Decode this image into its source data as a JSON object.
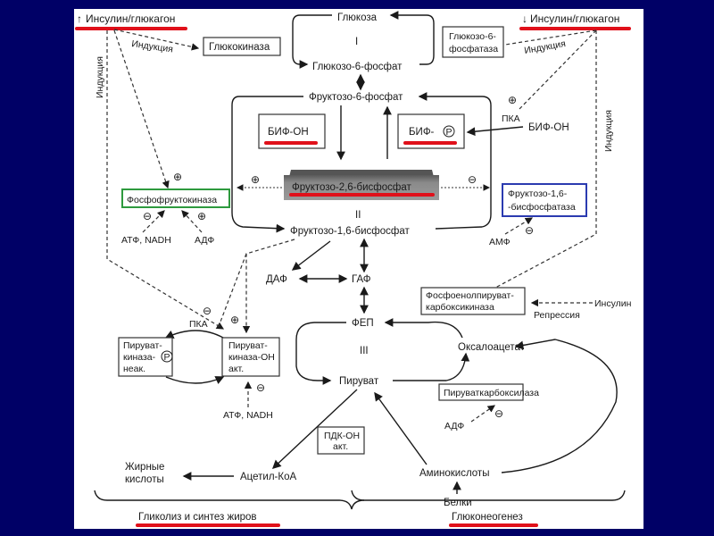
{
  "title": "Регуляция гликолиза и глюконеогенеза",
  "colors": {
    "background": "#000066",
    "panel": "#ffffff",
    "highlight_underline": "#e0101a",
    "pfk_box_border": "#2e9a3e",
    "fbpase_box_border": "#2b3bb0"
  },
  "hormones": {
    "left": {
      "arrow": "↑",
      "label": "Инсулин/глюкагон"
    },
    "right": {
      "arrow": "↓",
      "label": "Инсулин/глюкагон"
    }
  },
  "labels": {
    "induction": "Индукция",
    "repression": "Репрессия",
    "pka": "ПКА",
    "plus": "⊕",
    "minus": "⊖",
    "stage_1": "I",
    "stage_2": "II",
    "stage_3": "III"
  },
  "metabolites": {
    "glucose": "Глюкоза",
    "g6p": "Глюкозо-6-фосфат",
    "f6p": "Фруктозо-6-фосфат",
    "f26bp": "Фруктозо-2,6-бисфосфат",
    "f16bp": "Фруктозо-1,6-бисфосфат",
    "dhap": "ДАФ",
    "gap": "ГАФ",
    "pep": "ФЕП",
    "pyruvate": "Пируват",
    "oxaloacetate": "Оксалоацетат",
    "acetyl_coa": "Ацетил-КоА",
    "fatty_acids_1": "Жирные",
    "fatty_acids_2": "кислоты",
    "amino_acids": "Аминокислоты",
    "proteins": "Белки",
    "atp_nadh": "АТФ, NADH",
    "adp": "АДФ",
    "amp": "АМФ",
    "insulin": "Инсулин"
  },
  "enzymes": {
    "glucokinase": "Глюкокиназа",
    "g6pase_1": "Глюкозо-6-",
    "g6pase_2": "фосфатаза",
    "bif_oh": "БИФ-ОН",
    "bif_p": "БИФ-",
    "bif_oh_right": "БИФ-ОН",
    "pfk": "Фосфофруктокиназа",
    "fbpase_1": "Фруктозо-1,6-",
    "fbpase_2": "-бисфосфатаза",
    "pepck_1": "Фосфоенолпируват-",
    "pepck_2": "карбоксикиназа",
    "pk_inactive_1": "Пируват-",
    "pk_inactive_2": "киназа-",
    "pk_inactive_3": "неак.",
    "pk_active_1": "Пируват-",
    "pk_active_2": "киназа-ОН",
    "pk_active_3": "акт.",
    "pyruvate_carboxylase": "Пируваткарбоксилаза",
    "pdk_1": "ПДК-ОН",
    "pdk_2": "акт.",
    "phospho_p": "P"
  },
  "sections": {
    "left": "Гликолиз и синтез жиров",
    "right": "Глюконеогенез"
  }
}
